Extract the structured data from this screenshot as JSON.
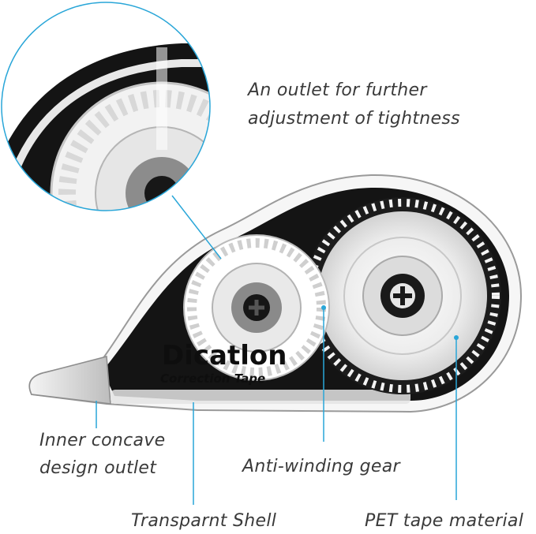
{
  "product": {
    "brand": "Dicatlon",
    "subtitle": "Correction Tape"
  },
  "callouts": {
    "tightness_outlet_line1": "An outlet for further",
    "tightness_outlet_line2": "adjustment of tightness",
    "concave_outlet_line1": "Inner concave",
    "concave_outlet_line2": "design outlet",
    "anti_winding_gear": "Anti-winding gear",
    "transparent_shell": "Transparnt Shell",
    "pet_tape": "PET tape material"
  },
  "colors": {
    "callout_line": "#29a6d8",
    "label_text": "#3a3a3a",
    "shell_black": "#141414",
    "reel_white": "#f1f1f1"
  }
}
